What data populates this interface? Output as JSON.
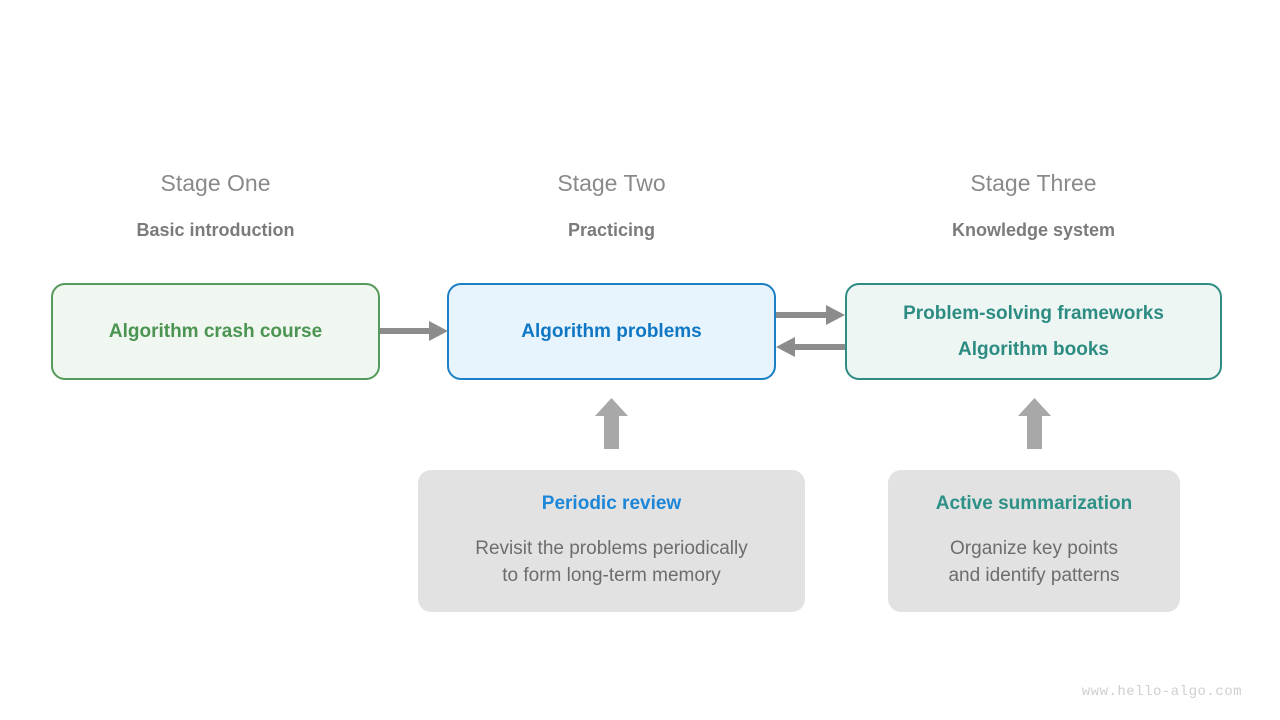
{
  "diagram": {
    "stages": [
      {
        "id": "stage-one",
        "title": "Stage One",
        "subtitle": "Basic introduction",
        "box_lines": [
          "Algorithm crash course"
        ],
        "accent": "#4c9452",
        "border": "#55995b",
        "fill": "#f0f7f0"
      },
      {
        "id": "stage-two",
        "title": "Stage Two",
        "subtitle": "Practicing",
        "box_lines": [
          "Algorithm problems"
        ],
        "accent": "#1077c4",
        "border": "#1c80c6",
        "fill": "#e8f4fd"
      },
      {
        "id": "stage-three",
        "title": "Stage Three",
        "subtitle": "Knowledge system",
        "box_lines": [
          "Problem-solving frameworks",
          "Algorithm books"
        ],
        "accent": "#2d8c82",
        "border": "#2f8c84",
        "fill": "#eef6f4"
      }
    ],
    "support": [
      {
        "id": "periodic-review",
        "title": "Periodic review",
        "title_color": "#1c87d8",
        "body": "Revisit the problems periodically\nto form long-term memory"
      },
      {
        "id": "active-summarization",
        "title": "Active summarization",
        "title_color": "#2d9187",
        "body": "Organize key points\nand identify patterns"
      }
    ],
    "arrows": {
      "color": "#8c8c8c",
      "items": [
        {
          "id": "arrow-stage-one-to-two",
          "direction": "right"
        },
        {
          "id": "arrow-stage-two-to-three",
          "direction": "right"
        },
        {
          "id": "arrow-stage-three-to-two",
          "direction": "left"
        },
        {
          "id": "arrow-review-to-stage-two",
          "direction": "up"
        },
        {
          "id": "arrow-summarization-to-stage-three",
          "direction": "up"
        }
      ]
    },
    "watermark": "www.hello-algo.com"
  }
}
